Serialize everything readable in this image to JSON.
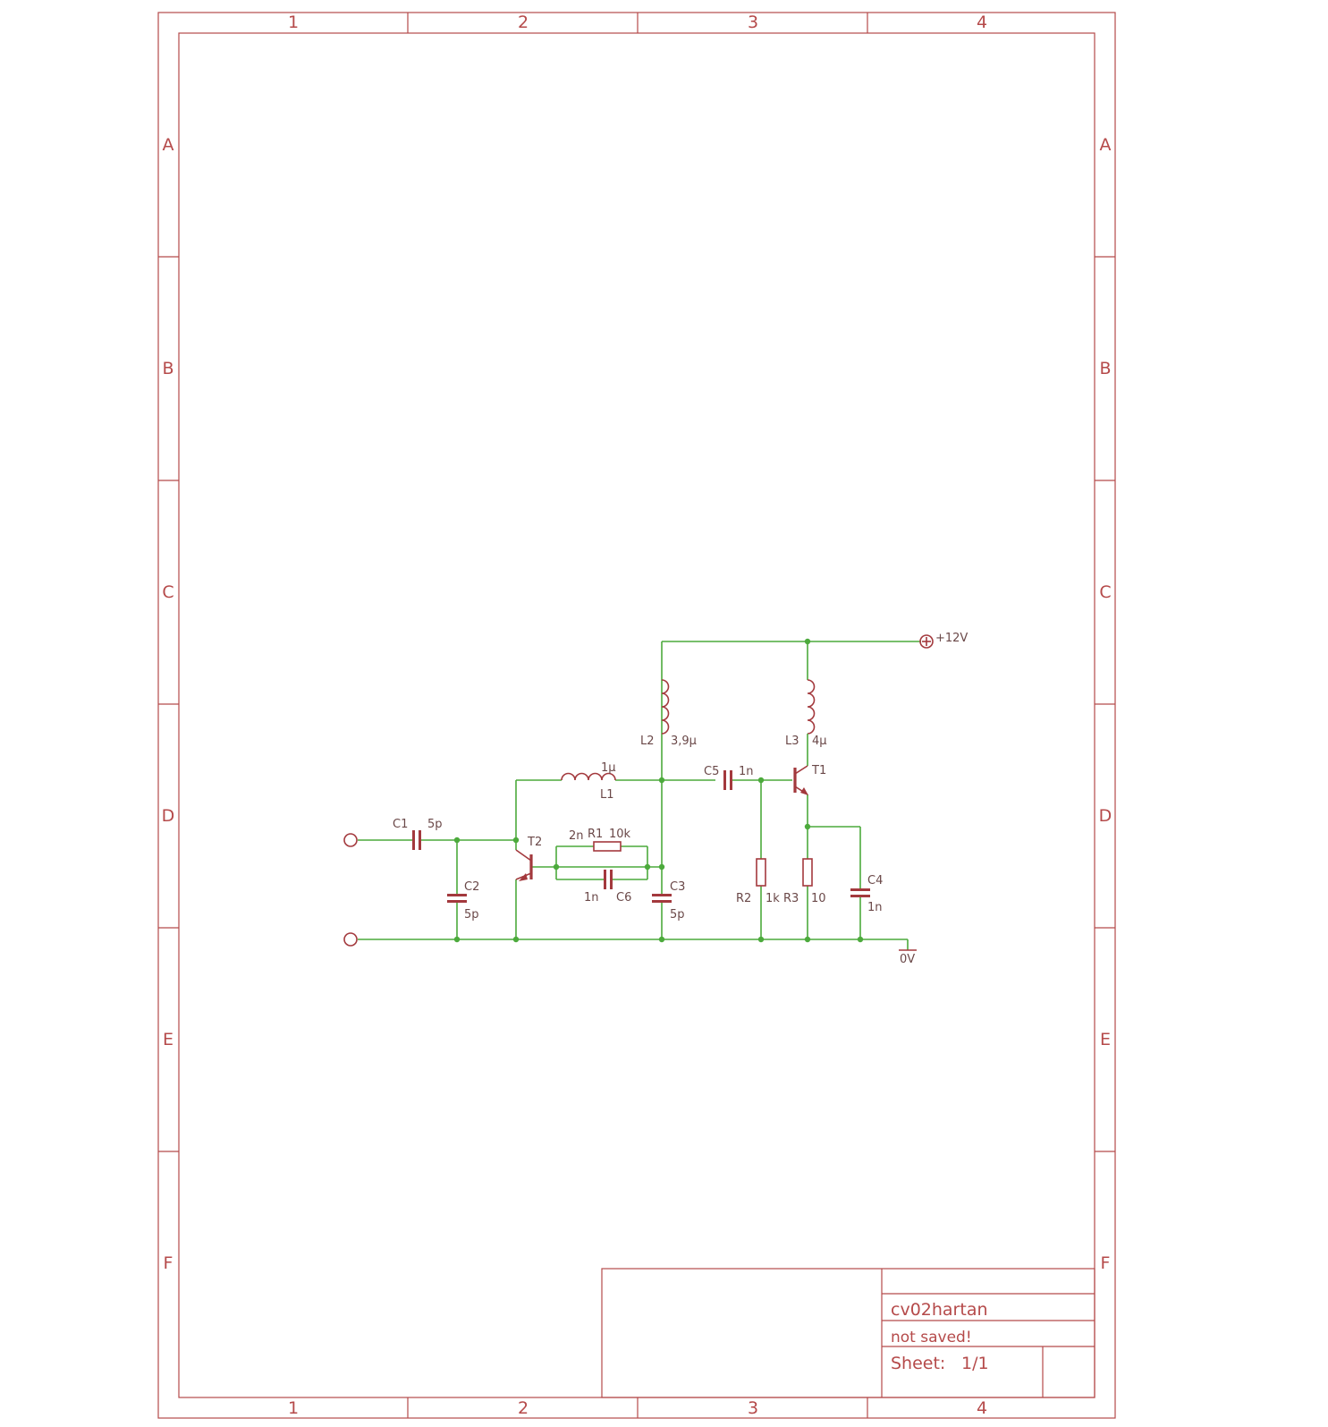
{
  "frame": {
    "columns": [
      "1",
      "2",
      "3",
      "4"
    ],
    "rows": [
      "A",
      "B",
      "C",
      "D",
      "E",
      "F"
    ]
  },
  "title_block": {
    "name": "cv02hartan",
    "status": "not saved!",
    "sheet_label": "Sheet:",
    "sheet_value": "1/1"
  },
  "components": {
    "C1": {
      "ref": "C1",
      "value": "5p"
    },
    "C2": {
      "ref": "C2",
      "value": "5p"
    },
    "C3": {
      "ref": "C3",
      "value": "5p"
    },
    "C4": {
      "ref": "C4",
      "value": "1n"
    },
    "C5": {
      "ref": "C5",
      "value": "1n"
    },
    "C6": {
      "ref": "C6",
      "value": "1n"
    },
    "R1": {
      "ref": "R1",
      "value": "10k"
    },
    "R2": {
      "ref": "R2",
      "value": "1k"
    },
    "R3": {
      "ref": "R3",
      "value": "10"
    },
    "L1": {
      "ref": "L1",
      "value": "1µ"
    },
    "L2": {
      "ref": "L2",
      "value": "3,9µ"
    },
    "L3": {
      "ref": "L3",
      "value": "4µ"
    },
    "T1": {
      "ref": "T1"
    },
    "T2": {
      "ref": "T2"
    },
    "extra_label": "2n"
  },
  "supplies": {
    "vcc": "+12V",
    "gnd": "0V"
  },
  "colors": {
    "frame": "#b54a4a",
    "wire": "#4caa3c",
    "symbol": "#a3393d",
    "label": "#6a4848"
  }
}
